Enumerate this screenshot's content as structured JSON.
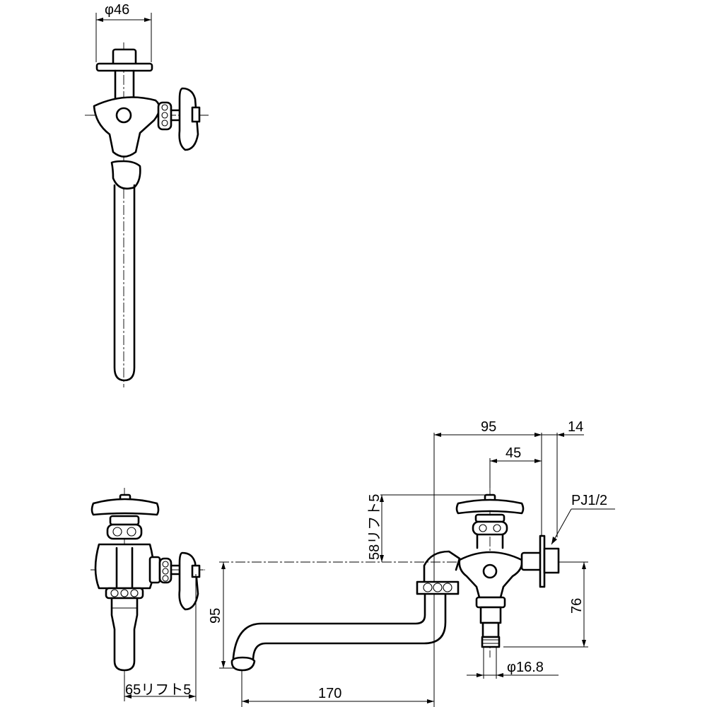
{
  "dimensions": {
    "top_diameter": "φ46",
    "lower_left_lift": "65リフト5",
    "spout_height": "95",
    "spout_reach": "170",
    "lift_center": "58リフト5",
    "overall_width": "95",
    "flange_thickness": "14",
    "handle_offset": "45",
    "pipe_thread": "PJ1/2",
    "body_height": "76",
    "hose_diameter": "φ16.8"
  }
}
